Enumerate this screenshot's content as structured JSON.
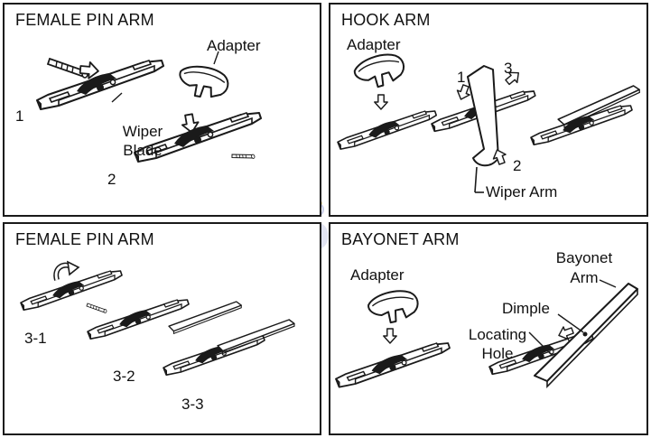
{
  "watermark": "AUTODUM",
  "panels": {
    "female_pin_1": {
      "title": "FEMALE PIN ARM",
      "adapter": "Adapter",
      "wiper": "Wiper",
      "blade": "Blade",
      "step1": "1",
      "step2": "2"
    },
    "hook": {
      "title": "HOOK ARM",
      "adapter": "Adapter",
      "step1": "1",
      "step2": "2",
      "step3": "3",
      "wiper_arm": "Wiper Arm"
    },
    "female_pin_2": {
      "title": "FEMALE PIN ARM",
      "step31": "3-1",
      "step32": "3-2",
      "step33": "3-3"
    },
    "bayonet": {
      "title": "BAYONET ARM",
      "adapter": "Adapter",
      "bayonet": "Bayonet",
      "arm": "Arm",
      "dimple": "Dimple",
      "locating": "Locating",
      "hole": "Hole"
    }
  },
  "colors": {
    "line": "#1a1a1a",
    "fill": "#ffffff",
    "dark": "#1a1a1a",
    "watermark": "#c9cde6"
  }
}
